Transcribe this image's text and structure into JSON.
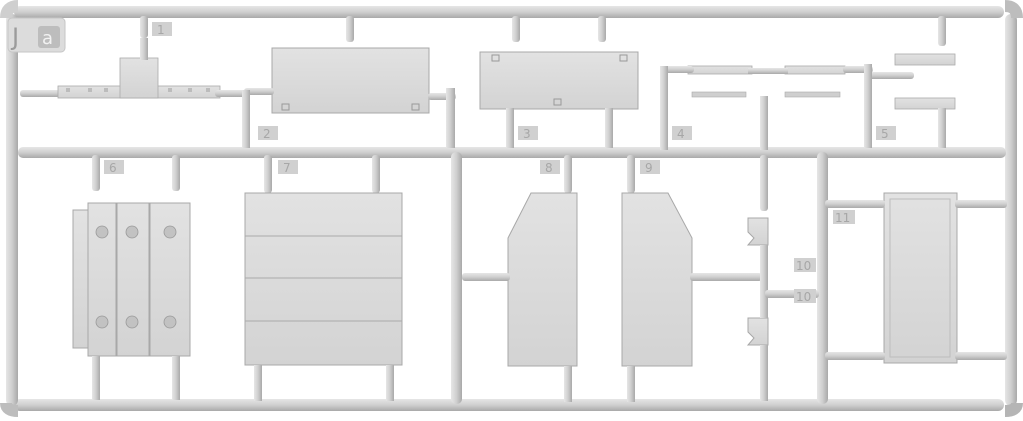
{
  "sprue": {
    "letter_main": "J",
    "letter_sub": "a",
    "part_numbers": [
      "1",
      "2",
      "3",
      "4",
      "5",
      "6",
      "7",
      "8",
      "9",
      "10",
      "10",
      "11"
    ],
    "colors": {
      "background": "#ffffff",
      "frame": "#c9c9c9",
      "frame_light": "#dcdcdc",
      "frame_dark": "#a9a9a9",
      "part": "#dadada",
      "part_edge": "#a8a8a8",
      "tag": "#d0d0d0",
      "tag_text": "#a7a7a7"
    }
  }
}
